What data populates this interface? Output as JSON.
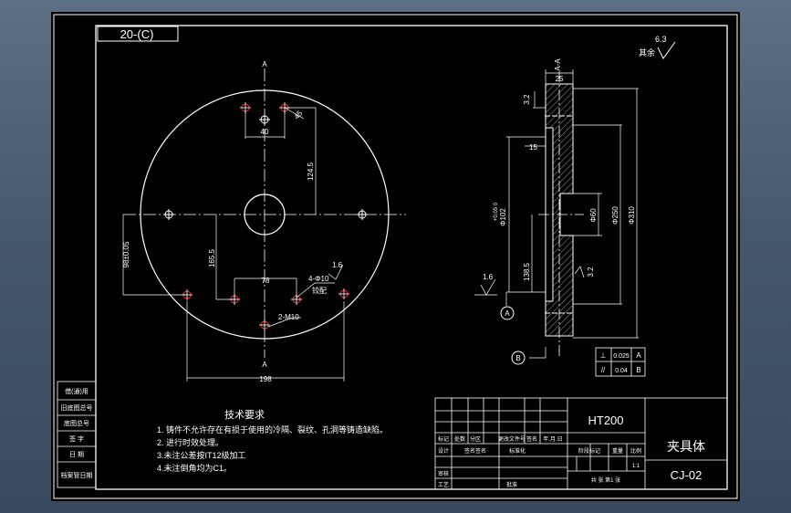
{
  "drawing_code": "20-(C)",
  "surface_finish": {
    "value": "6.3",
    "label": "其余"
  },
  "front_view": {
    "section_marks": [
      "A",
      "A"
    ],
    "dims": {
      "d40": "40",
      "d45": "45",
      "d124_5": "124.5",
      "d98": "98±0.05",
      "d165_5": "165.5",
      "d78": "78",
      "d198": "198",
      "holes_4": "4-Φ10",
      "reamed": "铰配",
      "roughness": "1.6",
      "holes_2": "2-M10"
    }
  },
  "side_view": {
    "dims": {
      "a_a": "A-A",
      "d25": "25",
      "d3_2a": "3.2",
      "d15": "15",
      "d102": "Φ102",
      "d102tol": "+0.05\n0",
      "d60": "Φ60",
      "d250": "Φ250",
      "d310": "Φ310",
      "d138_5": "138.5",
      "d3_2b": "3.2",
      "r1_6": "1.6"
    },
    "datum_a": "A",
    "datum_b": "B",
    "gdt": [
      {
        "sym": "⊥",
        "tol": "0.025",
        "datum": "A"
      },
      {
        "sym": "//",
        "tol": "0.04",
        "datum": "B"
      }
    ]
  },
  "tech_requirements": {
    "title": "技术要求",
    "items": [
      "1. 铸件不允许存在有损于使用的冷隔、裂纹、孔洞等铸造缺陷。",
      "2. 进行时效处理。",
      "3.未注公差按IT12级加工",
      "4.未注倒角均为C1。"
    ]
  },
  "left_strip": [
    "借(通)用",
    "旧底图总号",
    "底图总号",
    "签  字",
    "日  期",
    "档案管日期"
  ],
  "title_block": {
    "material": "HT200",
    "part_name": "夹具体",
    "drawing_no": "CJ-02",
    "row1": [
      "标记",
      "处数",
      "分区",
      "更改文件号",
      "签名",
      "年.月.日"
    ],
    "row2": [
      "设计",
      "签名签名",
      "标准化"
    ],
    "stage_row": [
      "阶段标记",
      "重量",
      "比例"
    ],
    "scale": "1:1",
    "sheets": "共  张  第1  张",
    "check": "审核",
    "process": "工艺",
    "approve": "批准"
  }
}
